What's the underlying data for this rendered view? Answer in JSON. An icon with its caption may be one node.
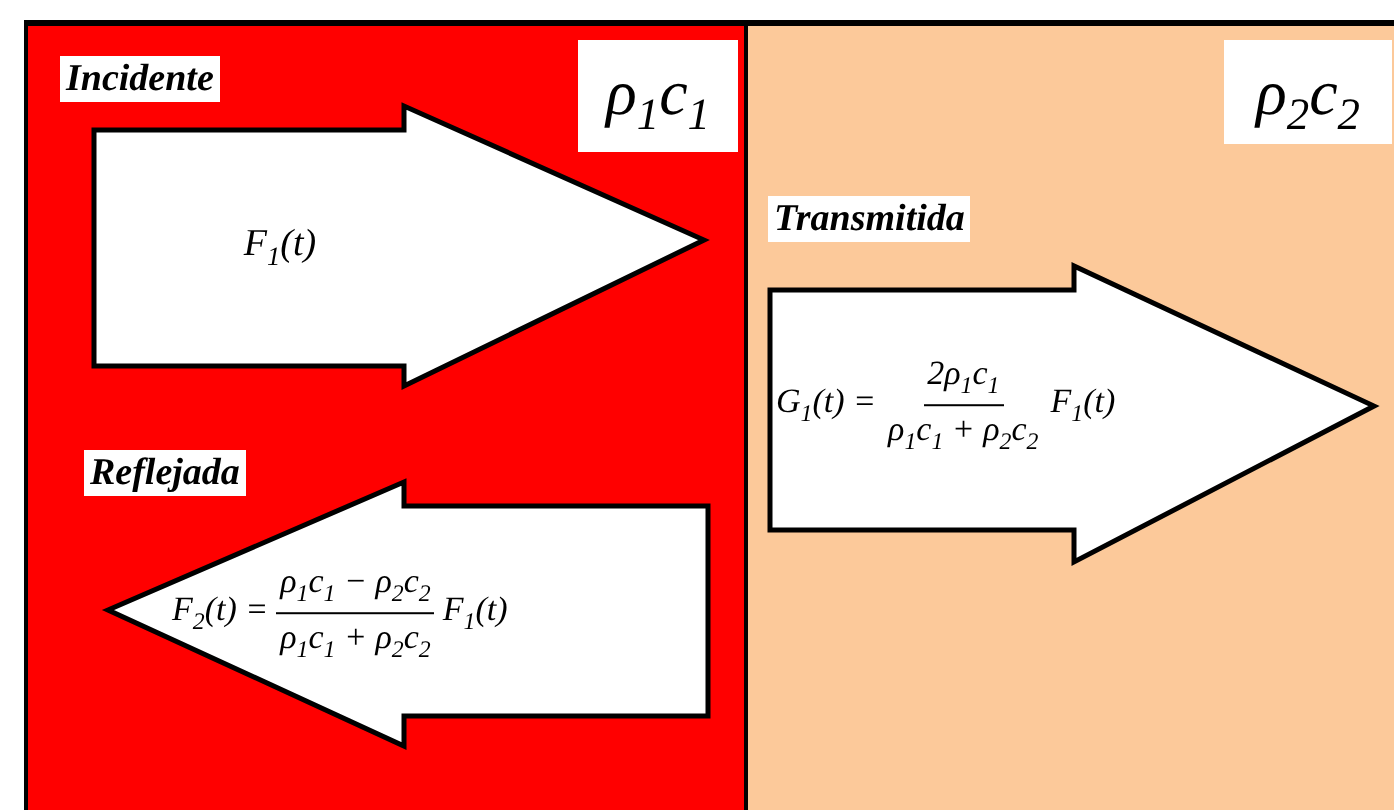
{
  "diagram": {
    "nodes": [
      {
        "text": [
          "ρ$_{1}$c$_{1}$"
        ]
      },
      {
        "text": [
          "ρ$_{2}$c$_{2}$"
        ]
      },
      {
        "text": [
          "Incidente",
          "F$_{1}$(t)"
        ],
        "in": 0
      },
      {
        "text": [
          "Reflejada",
          "F$_{2}$(t) =",
          "ρ$_{1}$c$_{1}$ − ρ$_{2}$c$_{2}$",
          "ρ$_{1}$c$_{1}$ + ρ$_{2}$c$_{2}$",
          "F$_{1}$(t)"
        ],
        "in": 0
      },
      {
        "text": [
          "Transmitida",
          "G$_{1}$(t) =",
          "2ρ$_{1}$c$_{1}$",
          "ρ$_{1}$c$_{1}$ + ρ$_{2}$c$_{2}$",
          "F$_{1}$(t)"
        ],
        "in": 1
      }
    ]
  }
}
